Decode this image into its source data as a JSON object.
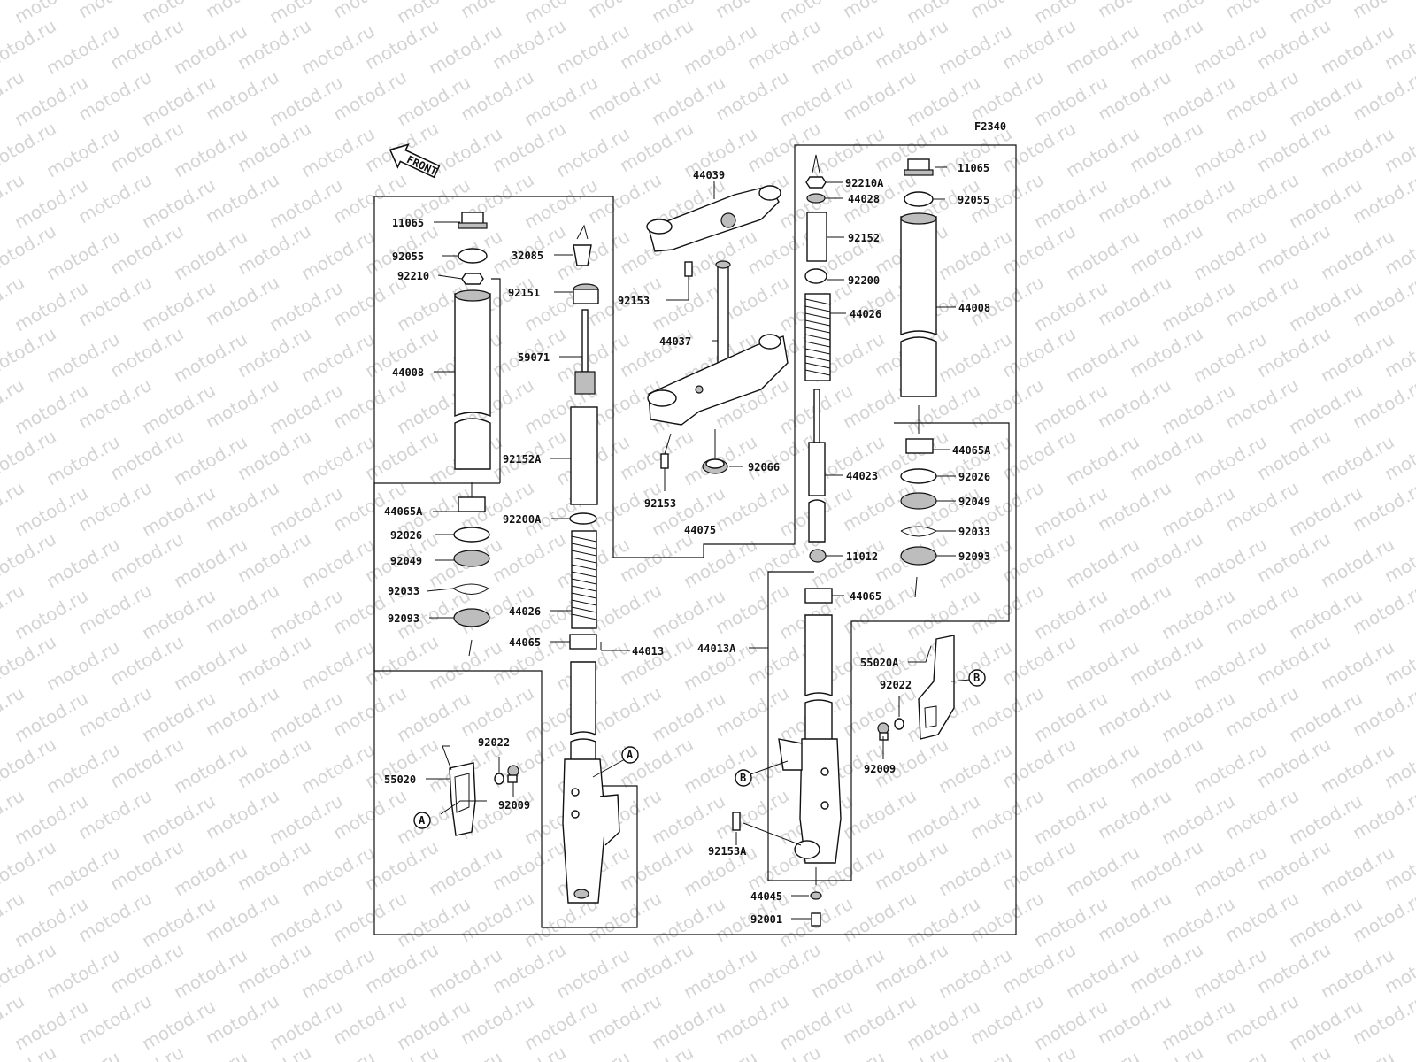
{
  "watermark": "motod.ru",
  "figure_code": "F2340",
  "front_label": "FRONT",
  "callouts": [
    {
      "id": "l_11065",
      "text": "11065"
    },
    {
      "id": "l_92055",
      "text": "92055"
    },
    {
      "id": "l_92210",
      "text": "92210"
    },
    {
      "id": "l_44008",
      "text": "44008"
    },
    {
      "id": "l_44065A",
      "text": "44065A"
    },
    {
      "id": "l_92026",
      "text": "92026"
    },
    {
      "id": "l_92049",
      "text": "92049"
    },
    {
      "id": "l_92033",
      "text": "92033"
    },
    {
      "id": "l_92093",
      "text": "92093"
    },
    {
      "id": "l_32085",
      "text": "32085"
    },
    {
      "id": "l_92151",
      "text": "92151"
    },
    {
      "id": "l_59071",
      "text": "59071"
    },
    {
      "id": "l_92152A",
      "text": "92152A"
    },
    {
      "id": "l_92200A",
      "text": "92200A"
    },
    {
      "id": "l_44026",
      "text": "44026"
    },
    {
      "id": "l_44065",
      "text": "44065"
    },
    {
      "id": "l_44013",
      "text": "44013"
    },
    {
      "id": "l_92022",
      "text": "92022"
    },
    {
      "id": "l_55020",
      "text": "55020"
    },
    {
      "id": "l_92009",
      "text": "92009"
    },
    {
      "id": "l_44039",
      "text": "44039"
    },
    {
      "id": "l_92153_top",
      "text": "92153"
    },
    {
      "id": "l_44037",
      "text": "44037"
    },
    {
      "id": "l_92153_bot",
      "text": "92153"
    },
    {
      "id": "l_92066",
      "text": "92066"
    },
    {
      "id": "l_44075",
      "text": "44075"
    },
    {
      "id": "r_92210A",
      "text": "92210A"
    },
    {
      "id": "r_44028",
      "text": "44028"
    },
    {
      "id": "r_92152",
      "text": "92152"
    },
    {
      "id": "r_92200",
      "text": "92200"
    },
    {
      "id": "r_44026",
      "text": "44026"
    },
    {
      "id": "r_44023",
      "text": "44023"
    },
    {
      "id": "r_11012",
      "text": "11012"
    },
    {
      "id": "r_44065",
      "text": "44065"
    },
    {
      "id": "r_44013A",
      "text": "44013A"
    },
    {
      "id": "r_11065",
      "text": "11065"
    },
    {
      "id": "r_92055",
      "text": "92055"
    },
    {
      "id": "r_44008",
      "text": "44008"
    },
    {
      "id": "r_44065A",
      "text": "44065A"
    },
    {
      "id": "r_92026",
      "text": "92026"
    },
    {
      "id": "r_92049",
      "text": "92049"
    },
    {
      "id": "r_92033",
      "text": "92033"
    },
    {
      "id": "r_92093",
      "text": "92093"
    },
    {
      "id": "r_55020A",
      "text": "55020A"
    },
    {
      "id": "r_92022",
      "text": "92022"
    },
    {
      "id": "r_92009",
      "text": "92009"
    },
    {
      "id": "r_92153A",
      "text": "92153A"
    },
    {
      "id": "r_44045",
      "text": "44045"
    },
    {
      "id": "r_92001",
      "text": "92001"
    }
  ],
  "reference_markers": [
    {
      "id": "A_upper",
      "text": "A"
    },
    {
      "id": "A_lower",
      "text": "A"
    },
    {
      "id": "B_upper",
      "text": "B"
    },
    {
      "id": "B_lower",
      "text": "B"
    }
  ]
}
